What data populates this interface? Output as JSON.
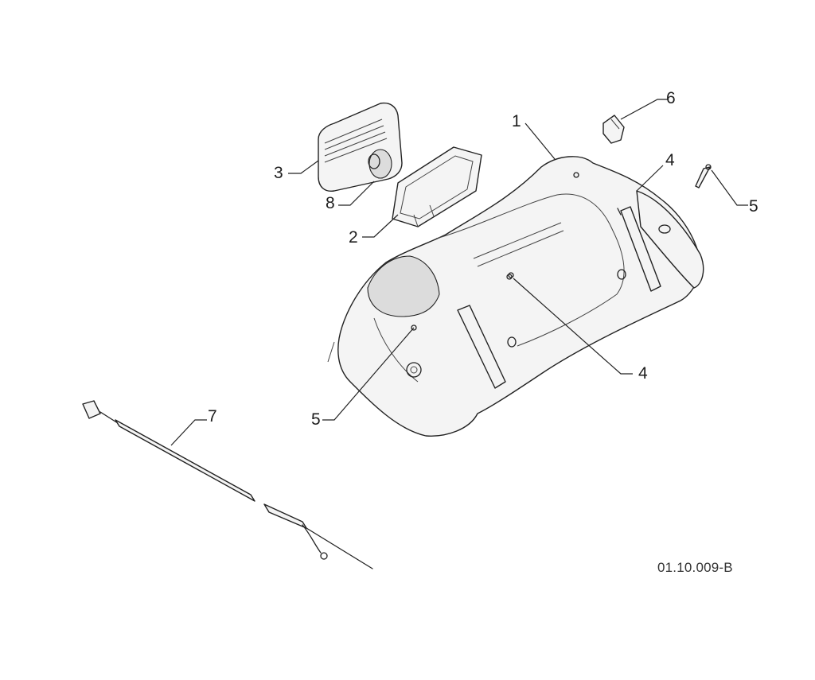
{
  "diagram": {
    "callouts": {
      "c1": "1",
      "c2": "2",
      "c3": "3",
      "c4a": "4",
      "c4b": "4",
      "c5a": "5",
      "c5b": "5",
      "c6": "6",
      "c7": "7",
      "c8": "8"
    },
    "reference_code": "01.10.009-B"
  }
}
